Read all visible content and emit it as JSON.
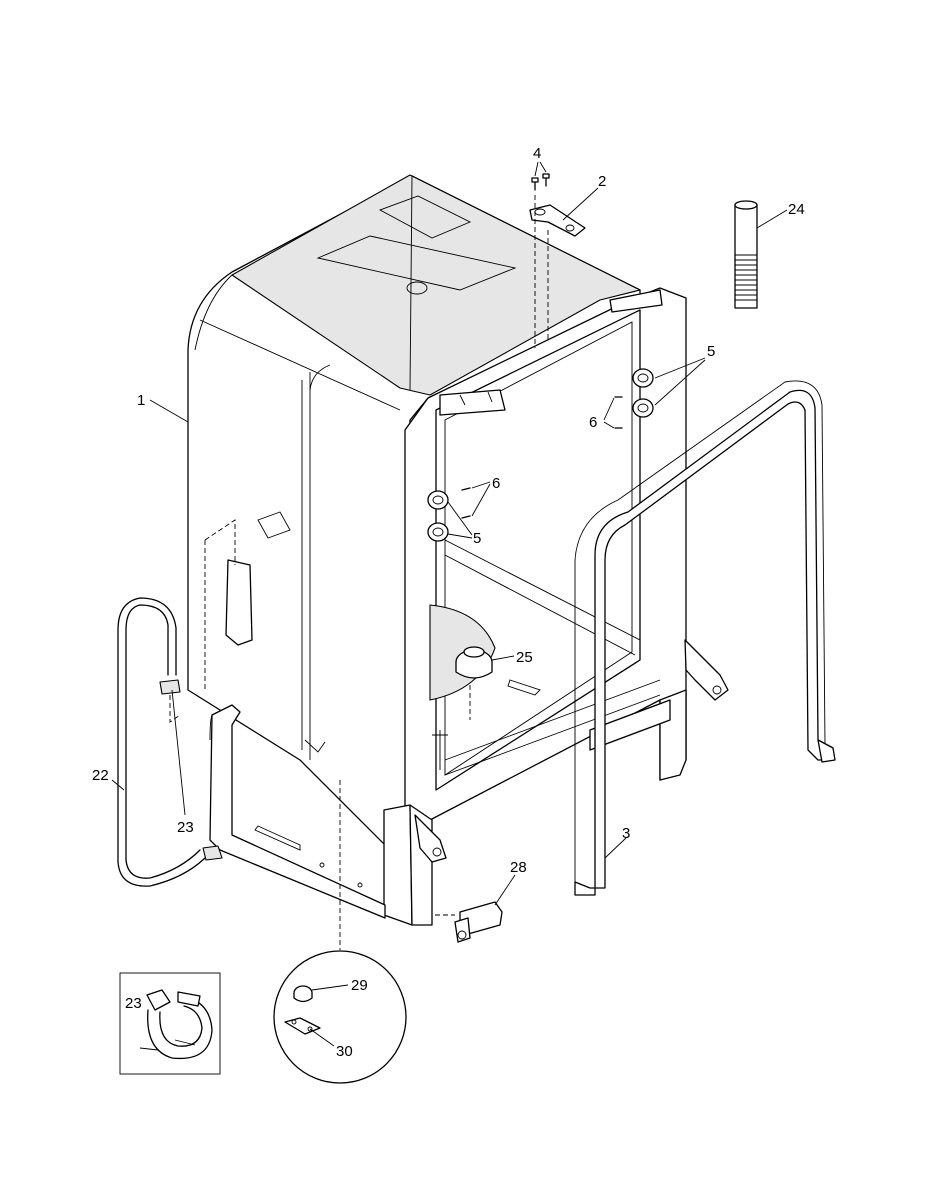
{
  "diagram": {
    "type": "exploded-parts-view",
    "callouts": {
      "c1": "1",
      "c2": "2",
      "c3": "3",
      "c4": "4",
      "c5a": "5",
      "c5b": "5",
      "c6a": "6",
      "c6b": "6",
      "c22": "22",
      "c23a": "23",
      "c23b": "23",
      "c24": "24",
      "c25": "25",
      "c28": "28",
      "c29": "29",
      "c30": "30"
    }
  }
}
